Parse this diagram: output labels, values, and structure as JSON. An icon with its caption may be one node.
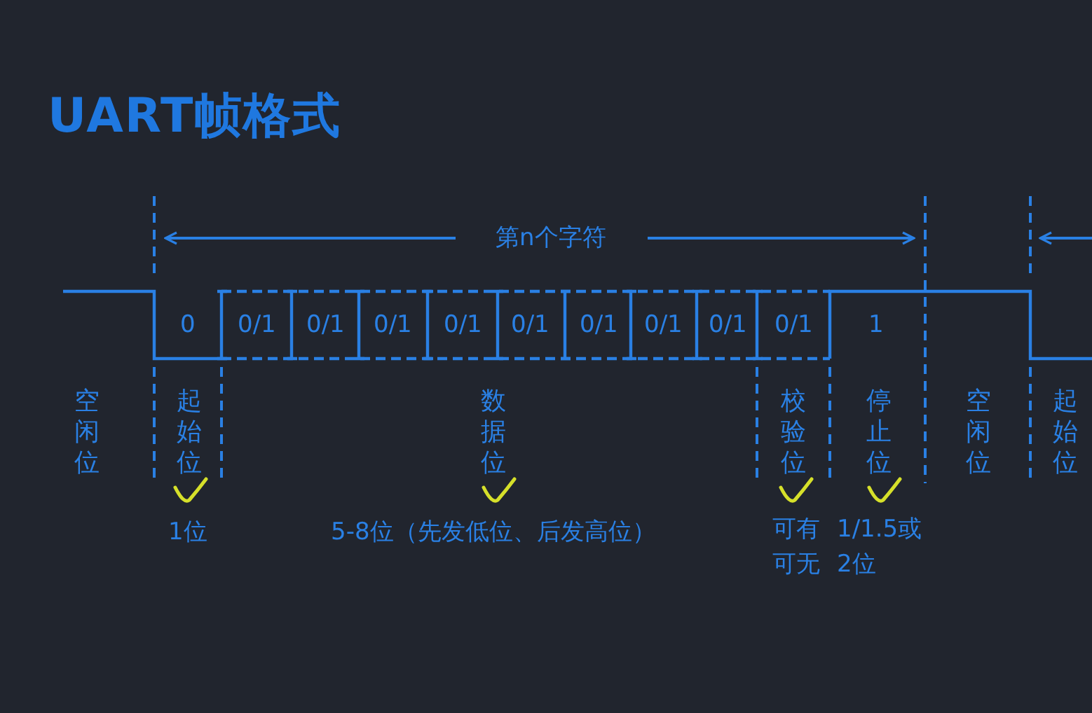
{
  "diagram": {
    "title": "UART帧格式",
    "labels": [
      "第n个字符",
      "0",
      "0/1",
      "0/1",
      "0/1",
      "0/1",
      "0/1",
      "0/1",
      "0/1",
      "0/1",
      "0/1",
      "1",
      "空闲位",
      "起始位",
      "数据位",
      "校验位",
      "停止位",
      "空闲位",
      "起始位",
      "1位",
      "5-8位（先发低位、后发高位）",
      "可有可无",
      "1/1.5或2位"
    ]
  }
}
